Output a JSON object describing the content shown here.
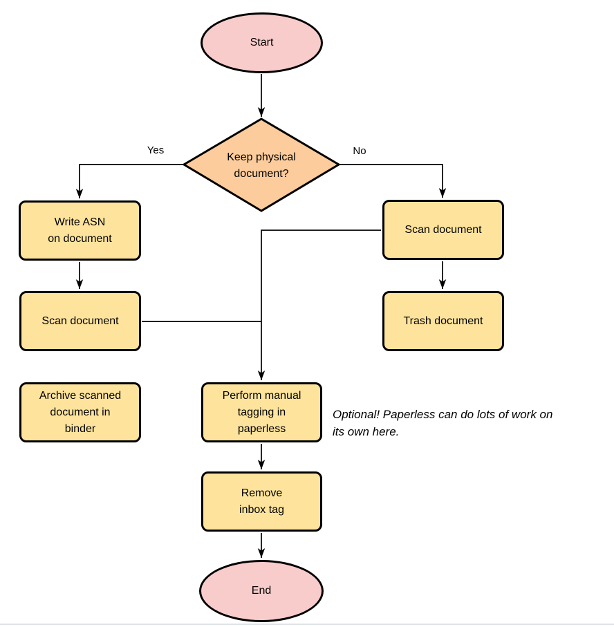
{
  "diagram": {
    "type": "flowchart",
    "nodes": {
      "start": {
        "shape": "terminator",
        "lines": [
          "Start"
        ]
      },
      "decision": {
        "shape": "decision",
        "lines": [
          "Keep physical",
          "document?"
        ]
      },
      "write_asn": {
        "shape": "process",
        "lines": [
          "Write ASN",
          "on document"
        ]
      },
      "scan_left": {
        "shape": "process",
        "lines": [
          "Scan document"
        ]
      },
      "archive": {
        "shape": "process",
        "lines": [
          "Archive scanned",
          "document in",
          "binder"
        ]
      },
      "scan_right": {
        "shape": "process",
        "lines": [
          "Scan document"
        ]
      },
      "trash": {
        "shape": "process",
        "lines": [
          "Trash document"
        ]
      },
      "perform": {
        "shape": "process",
        "lines": [
          "Perform manual",
          "tagging in",
          "paperless"
        ]
      },
      "remove": {
        "shape": "process",
        "lines": [
          "Remove",
          "inbox tag"
        ]
      },
      "end": {
        "shape": "terminator",
        "lines": [
          "End"
        ]
      }
    },
    "edge_labels": {
      "yes": "Yes",
      "no": "No"
    },
    "edges": [
      "start -> decision",
      "decision -> write_asn (Yes)",
      "decision -> scan_right (No)",
      "write_asn -> scan_left",
      "scan_left -> perform",
      "scan_right -> perform",
      "scan_right -> trash",
      "perform -> remove",
      "remove -> end"
    ],
    "annotation": {
      "lines": [
        "Optional! Paperless can do lots of work on",
        "its own here."
      ]
    },
    "colors": {
      "terminator_fill": "#F9CCCC",
      "decision_fill": "#FCCC9C",
      "process_fill": "#FDE39C",
      "stroke": "#000000",
      "bottom_divider": "#DFE3E8"
    }
  }
}
